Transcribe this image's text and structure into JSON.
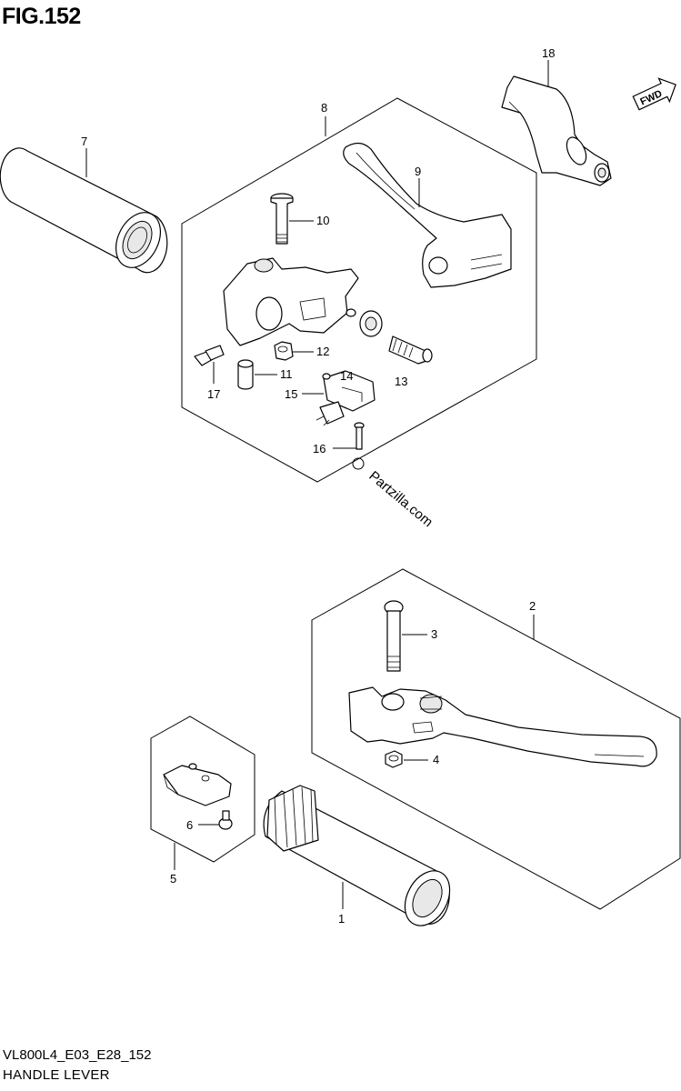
{
  "figure": {
    "title": "FIG.152"
  },
  "footer": {
    "code": "VL800L4_E03_E28_152",
    "name": "HANDLE LEVER"
  },
  "watermark": {
    "text": "Partzilla.com"
  },
  "fwd_badge": {
    "text": "FWD"
  },
  "callouts": {
    "c1": "1",
    "c2": "2",
    "c3": "3",
    "c4": "4",
    "c5": "5",
    "c6": "6",
    "c7": "7",
    "c8": "8",
    "c9": "9",
    "c10": "10",
    "c11": "11",
    "c12": "12",
    "c13": "13",
    "c14": "14",
    "c15": "15",
    "c16": "16",
    "c17": "17",
    "c18": "18"
  }
}
